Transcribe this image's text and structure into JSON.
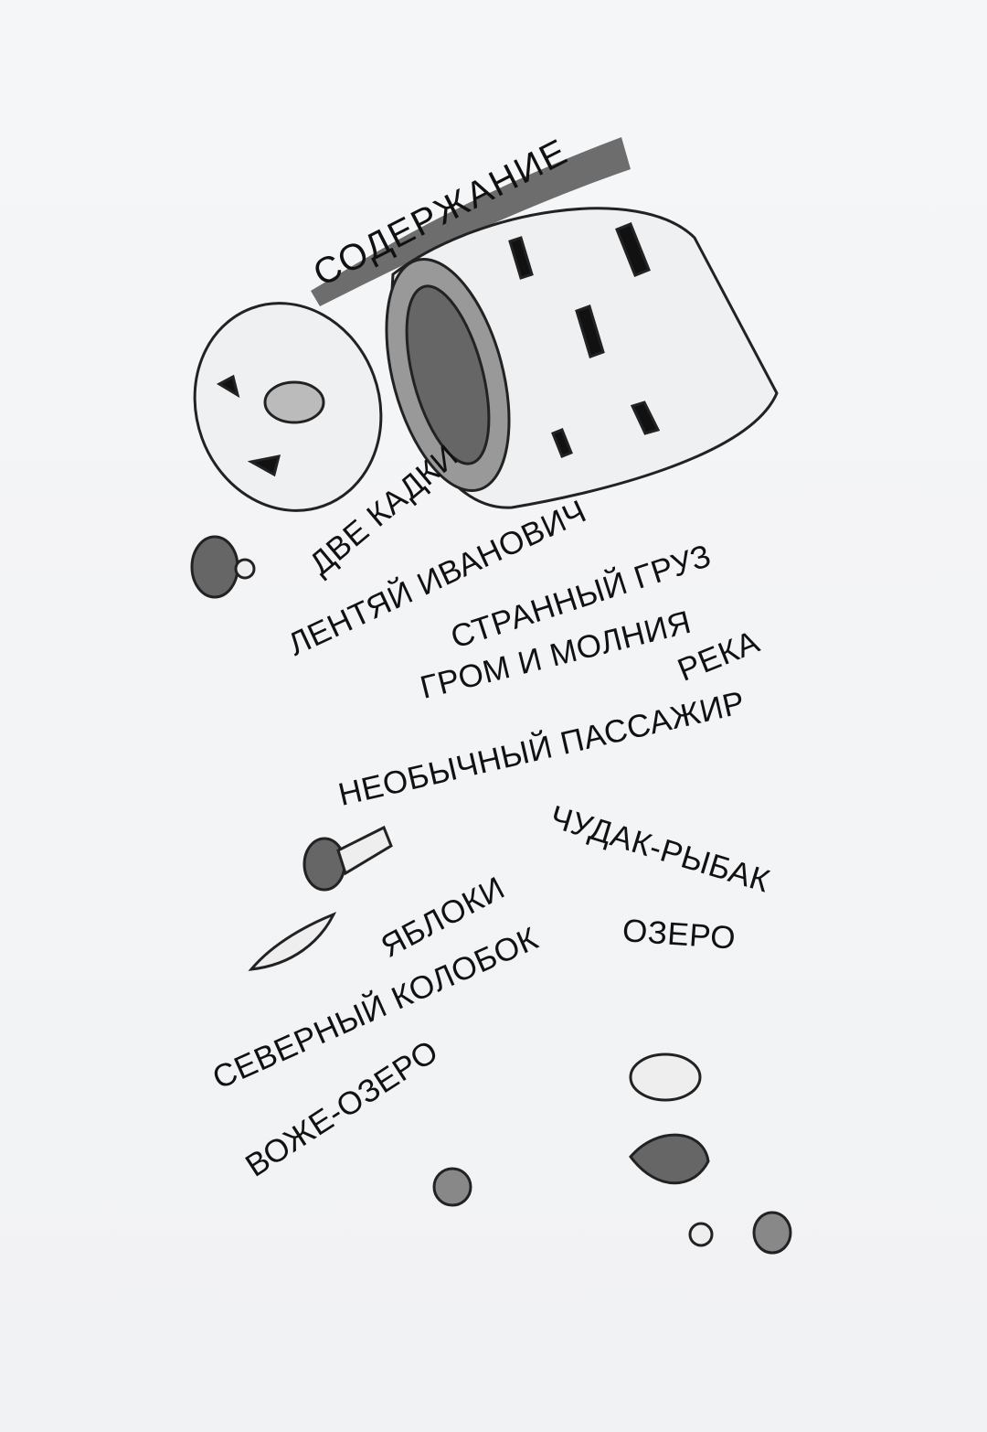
{
  "title": "СОДЕРЖАНИЕ",
  "contents": [
    {
      "label": "ДВЕ КАДКИ"
    },
    {
      "label": "ЛЕНТЯЙ ИВАНОВИЧ"
    },
    {
      "label": "СТРАННЫЙ ГРУЗ"
    },
    {
      "label": "ГРОМ И МОЛНИЯ"
    },
    {
      "label": "РЕКА"
    },
    {
      "label": "НЕОБЫЧНЫЙ ПАССАЖИР"
    },
    {
      "label": "ЧУДАК-РЫБАК"
    },
    {
      "label": "ЯБЛОКИ"
    },
    {
      "label": "ОЗЕРО"
    },
    {
      "label": "СЕВЕРНЫЙ КОЛОБОК"
    },
    {
      "label": "ВОЖЕ-ОЗЕРО"
    }
  ],
  "colors": {
    "ink": "#111111",
    "paper": "#f4f5f7",
    "wash": "#555555"
  }
}
